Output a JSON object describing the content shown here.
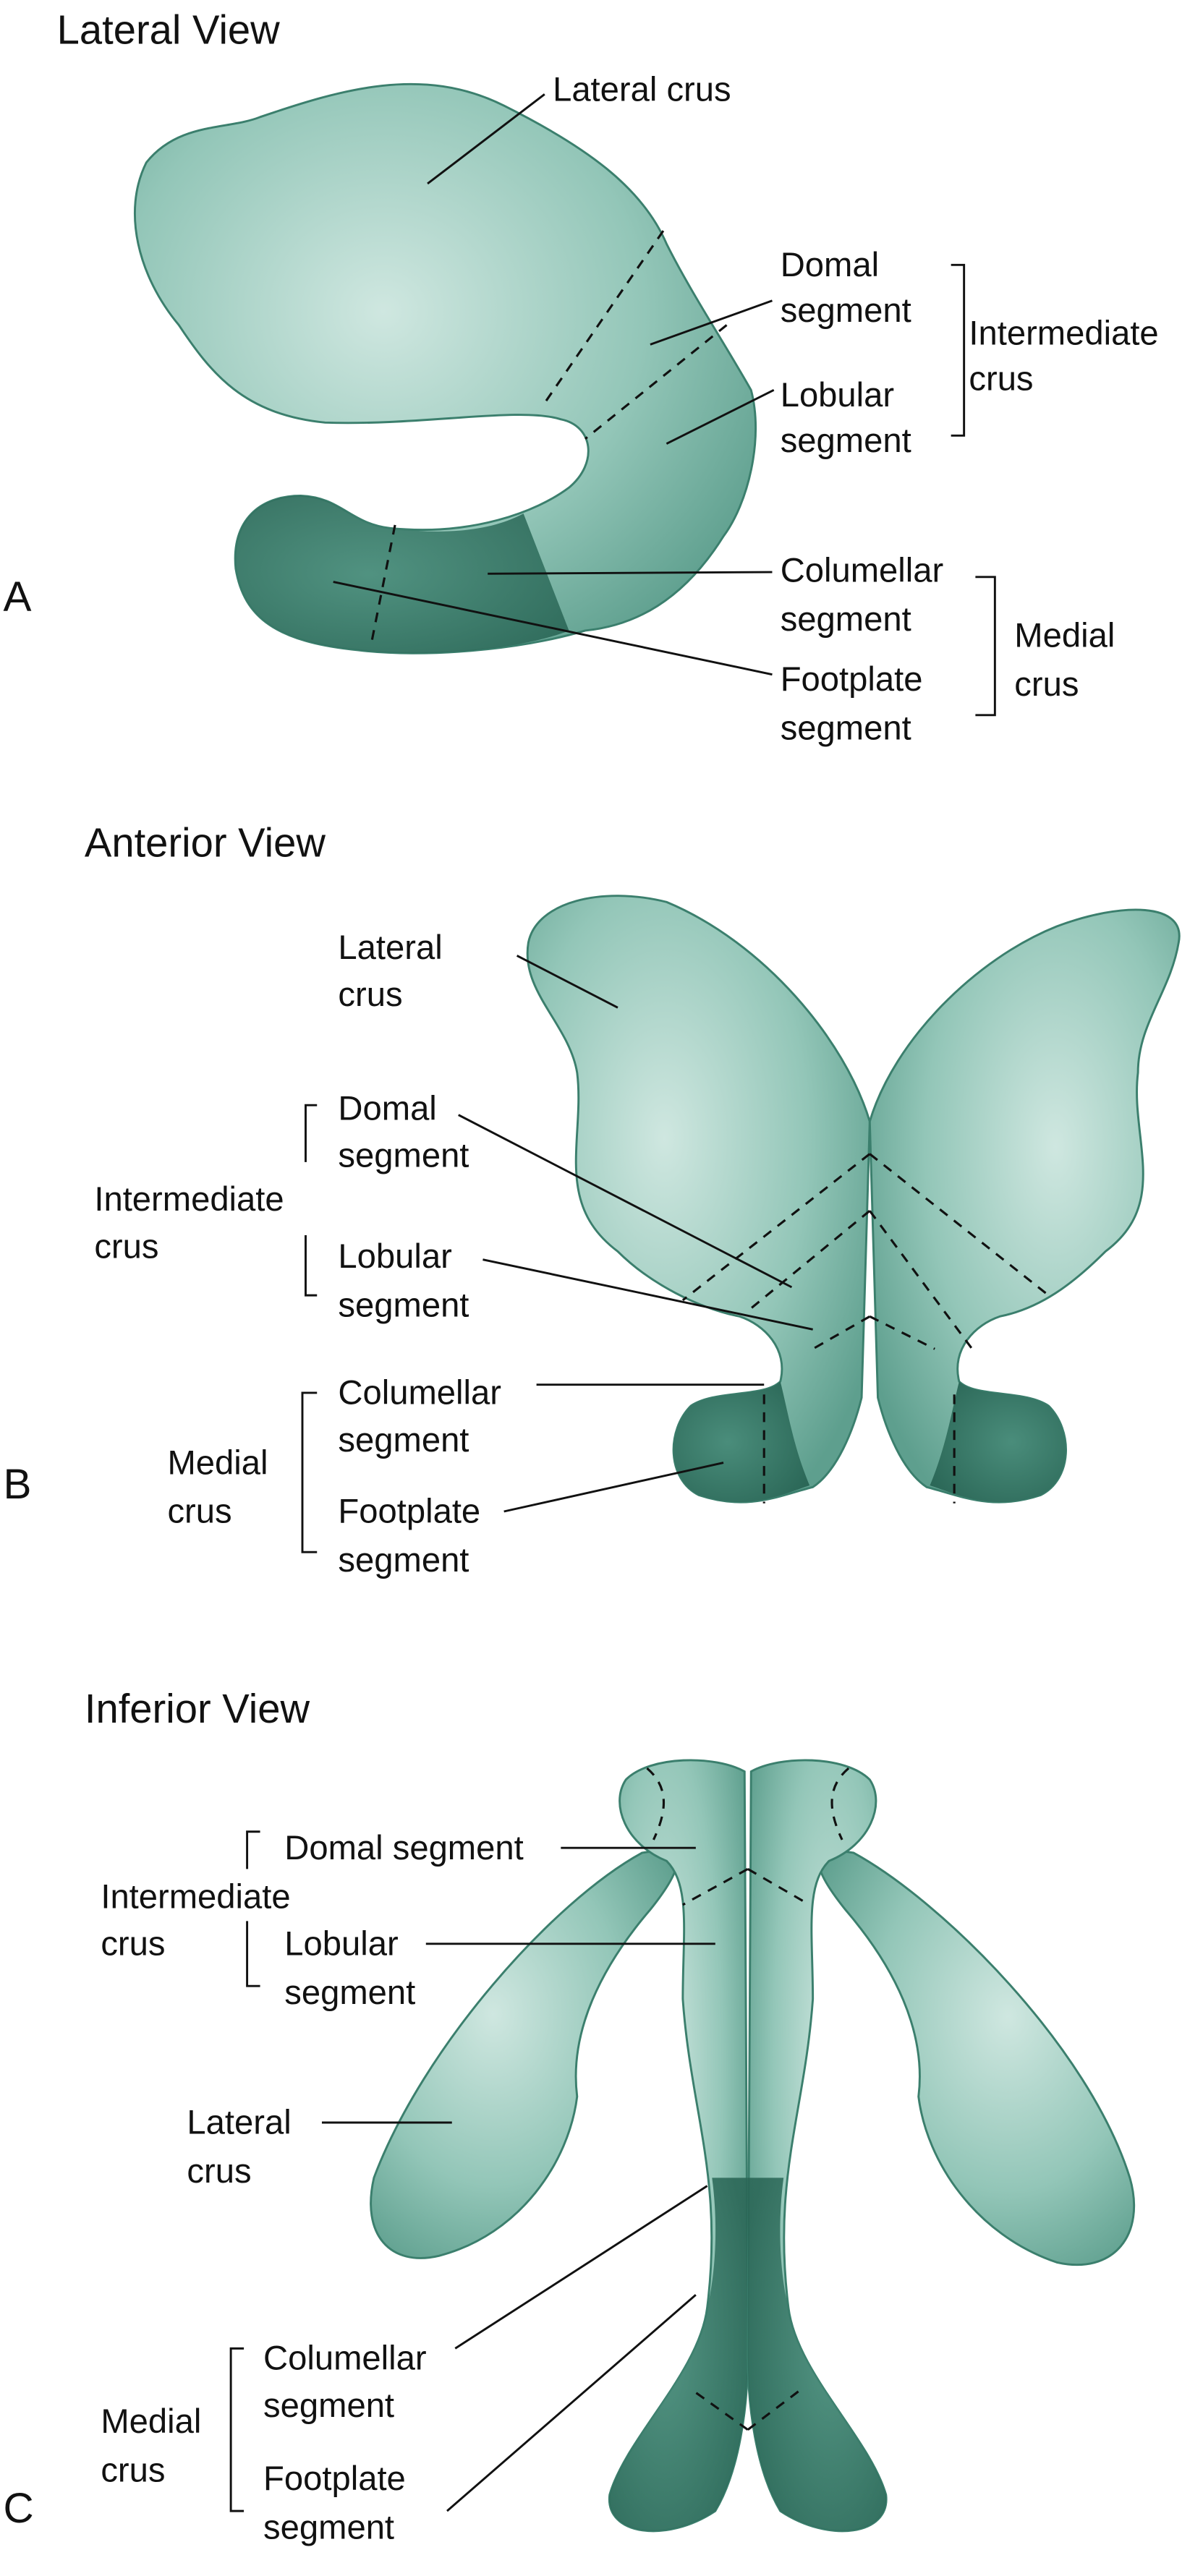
{
  "colors": {
    "light": "#b9ddd3",
    "mid": "#74b2a2",
    "edge": "#3b7f6d",
    "dark": "#2f6e5d"
  },
  "panel_a": {
    "letter": "A",
    "title": "Lateral View",
    "lateral_crus": "Lateral crus",
    "domal": [
      "Domal",
      "segment"
    ],
    "lobular": [
      "Lobular",
      "segment"
    ],
    "intermediate": [
      "Intermediate",
      "crus"
    ],
    "columellar": [
      "Columellar",
      "segment"
    ],
    "footplate": [
      "Footplate",
      "segment"
    ],
    "medial": [
      "Medial",
      "crus"
    ]
  },
  "panel_b": {
    "letter": "B",
    "title": "Anterior View",
    "lateral": [
      "Lateral",
      "crus"
    ],
    "domal": [
      "Domal",
      "segment"
    ],
    "intermediate": [
      "Intermediate",
      "crus"
    ],
    "lobular": [
      "Lobular",
      "segment"
    ],
    "columellar": [
      "Columellar",
      "segment"
    ],
    "medial": [
      "Medial",
      "crus"
    ],
    "footplate": [
      "Footplate",
      "segment"
    ]
  },
  "panel_c": {
    "letter": "C",
    "title": "Inferior View",
    "domal": "Domal segment",
    "intermediate": [
      "Intermediate",
      "crus"
    ],
    "lobular": [
      "Lobular",
      "segment"
    ],
    "lateral": [
      "Lateral",
      "crus"
    ],
    "columellar": [
      "Columellar",
      "segment"
    ],
    "medial": [
      "Medial",
      "crus"
    ],
    "footplate": [
      "Footplate",
      "segment"
    ]
  }
}
